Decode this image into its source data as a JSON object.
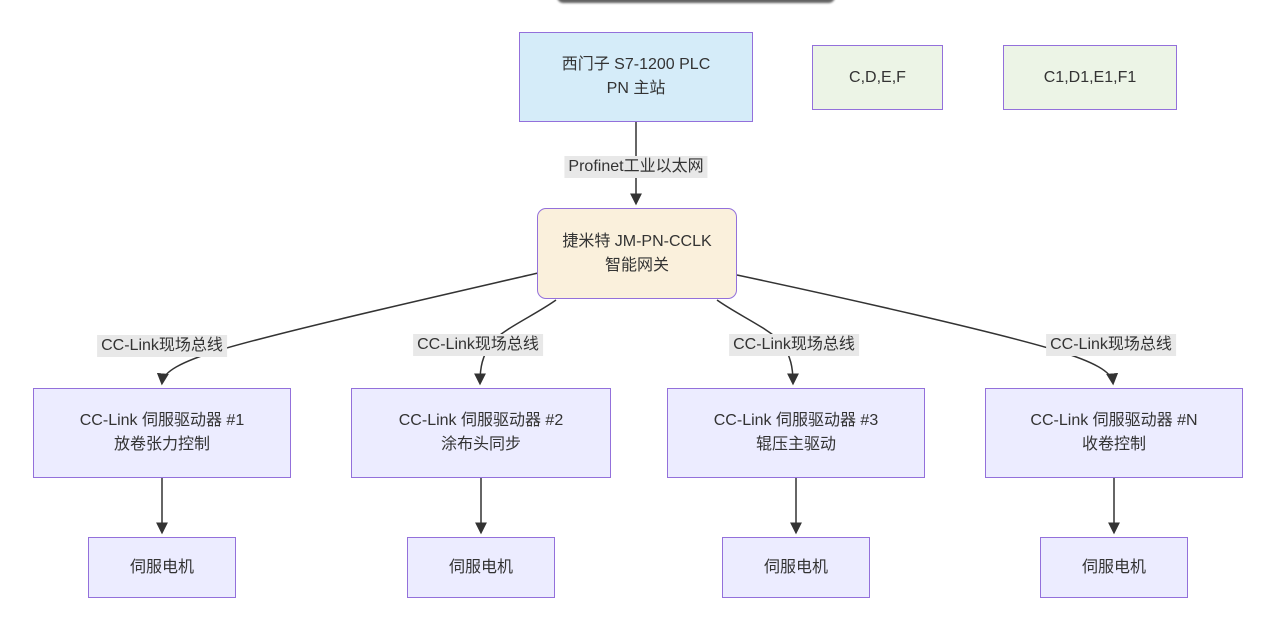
{
  "diagram": {
    "nodes": {
      "plc": {
        "lines": [
          "西门子 S7-1200 PLC",
          "PN 主站"
        ]
      },
      "group_cdef": {
        "label": "C,D,E,F"
      },
      "group_c1d1e1f1": {
        "label": "C1,D1,E1,F1"
      },
      "gateway": {
        "lines": [
          "捷米特 JM-PN-CCLK",
          "智能网关"
        ]
      },
      "drive1": {
        "lines": [
          "CC-Link 伺服驱动器 #1",
          "放卷张力控制"
        ]
      },
      "drive2": {
        "lines": [
          "CC-Link 伺服驱动器 #2",
          "涂布头同步"
        ]
      },
      "drive3": {
        "lines": [
          "CC-Link 伺服驱动器 #3",
          "辊压主驱动"
        ]
      },
      "driveN": {
        "lines": [
          "CC-Link 伺服驱动器 #N",
          "收卷控制"
        ]
      },
      "motor1": {
        "label": "伺服电机"
      },
      "motor2": {
        "label": "伺服电机"
      },
      "motor3": {
        "label": "伺服电机"
      },
      "motor4": {
        "label": "伺服电机"
      }
    },
    "edges": [
      {
        "from": "plc",
        "to": "gateway",
        "label": "Profinet工业以太网"
      },
      {
        "from": "gateway",
        "to": "drive1",
        "label": "CC-Link现场总线"
      },
      {
        "from": "gateway",
        "to": "drive2",
        "label": "CC-Link现场总线"
      },
      {
        "from": "gateway",
        "to": "drive3",
        "label": "CC-Link现场总线"
      },
      {
        "from": "gateway",
        "to": "driveN",
        "label": "CC-Link现场总线"
      },
      {
        "from": "drive1",
        "to": "motor1",
        "label": ""
      },
      {
        "from": "drive2",
        "to": "motor2",
        "label": ""
      },
      {
        "from": "drive3",
        "to": "motor3",
        "label": ""
      },
      {
        "from": "driveN",
        "to": "motor4",
        "label": ""
      }
    ],
    "colors": {
      "node_border": "#9370DB",
      "plc_fill": "#d5ecf9",
      "group_fill": "#ecf4e6",
      "gateway_fill": "#faf0dc",
      "drive_fill": "#ececff",
      "edge_label_bg": "#e8e8e8",
      "edge_line": "#333333",
      "text": "#333333"
    }
  }
}
